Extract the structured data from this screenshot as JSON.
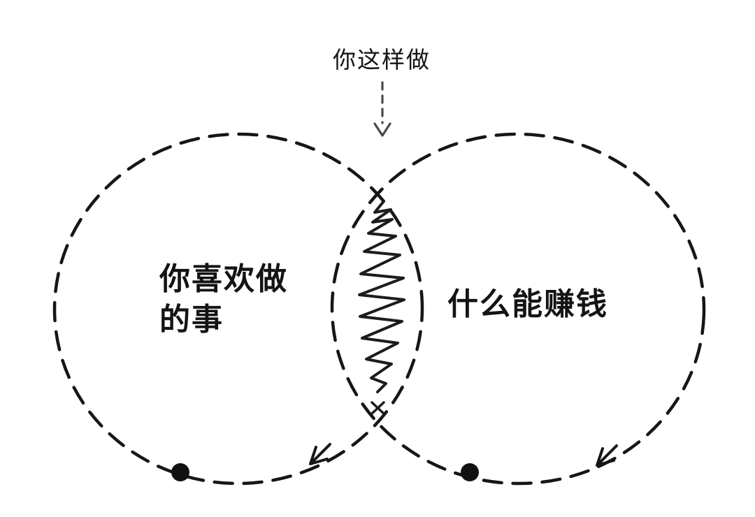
{
  "diagram": {
    "type": "venn",
    "annotation_top": "你这样做",
    "left_circle": {
      "label_line1": "你喜欢做",
      "label_line2": "的事"
    },
    "right_circle": {
      "label": "什么能赚钱"
    },
    "intersection": {
      "marker": "scribble",
      "bottom_mark": "x"
    },
    "colors": {
      "background": "#ffffff",
      "stroke": "#161616",
      "text": "#141414",
      "arrow": "#4a4a4a"
    }
  }
}
